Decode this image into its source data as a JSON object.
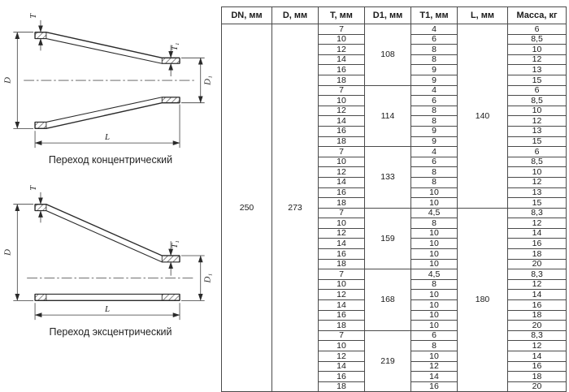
{
  "page": {
    "background": "#ffffff",
    "border_color": "#4a4a4a",
    "text_color": "#1a1a1a"
  },
  "drawings": {
    "concentric": {
      "caption": "Переход концентрический",
      "labels": {
        "t": "T",
        "d": "D",
        "t1": "T₁",
        "d1": "D₁",
        "l": "L"
      }
    },
    "eccentric": {
      "caption": "Переход эксцентрический",
      "labels": {
        "t": "T",
        "d": "D",
        "t1": "T₁",
        "d1": "D₁",
        "l": "L"
      }
    }
  },
  "table": {
    "headers": [
      "DN, мм",
      "D, мм",
      "T, мм",
      "D1, мм",
      "T1, мм",
      "L, мм",
      "Масса, кг"
    ],
    "dn": "250",
    "d": "273",
    "l_span_groups": 3,
    "groups": [
      {
        "d1": "108",
        "l": "140",
        "t": [
          "7",
          "10",
          "12",
          "14",
          "16",
          "18"
        ],
        "t1": [
          "4",
          "6",
          "8",
          "8",
          "9",
          "9"
        ],
        "mass": [
          "6",
          "8,5",
          "10",
          "12",
          "13",
          "15"
        ]
      },
      {
        "d1": "114",
        "l": "140",
        "t": [
          "7",
          "10",
          "12",
          "14",
          "16",
          "18"
        ],
        "t1": [
          "4",
          "6",
          "8",
          "8",
          "9",
          "9"
        ],
        "mass": [
          "6",
          "8,5",
          "10",
          "12",
          "13",
          "15"
        ]
      },
      {
        "d1": "133",
        "l": "140",
        "t": [
          "7",
          "10",
          "12",
          "14",
          "16",
          "18"
        ],
        "t1": [
          "4",
          "6",
          "8",
          "8",
          "10",
          "10"
        ],
        "mass": [
          "6",
          "8,5",
          "10",
          "12",
          "13",
          "15"
        ]
      },
      {
        "d1": "159",
        "l": "180",
        "t": [
          "7",
          "10",
          "12",
          "14",
          "16",
          "18"
        ],
        "t1": [
          "4,5",
          "8",
          "10",
          "10",
          "10",
          "10"
        ],
        "mass": [
          "8,3",
          "12",
          "14",
          "16",
          "18",
          "20"
        ]
      },
      {
        "d1": "168",
        "l": "180",
        "t": [
          "7",
          "10",
          "12",
          "14",
          "16",
          "18"
        ],
        "t1": [
          "4,5",
          "8",
          "10",
          "10",
          "10",
          "10"
        ],
        "mass": [
          "8,3",
          "12",
          "14",
          "16",
          "18",
          "20"
        ]
      },
      {
        "d1": "219",
        "l": "180",
        "t": [
          "7",
          "10",
          "12",
          "14",
          "16",
          "18"
        ],
        "t1": [
          "6",
          "8",
          "10",
          "12",
          "14",
          "16"
        ],
        "mass": [
          "8,3",
          "12",
          "14",
          "16",
          "18",
          "20"
        ]
      }
    ]
  }
}
